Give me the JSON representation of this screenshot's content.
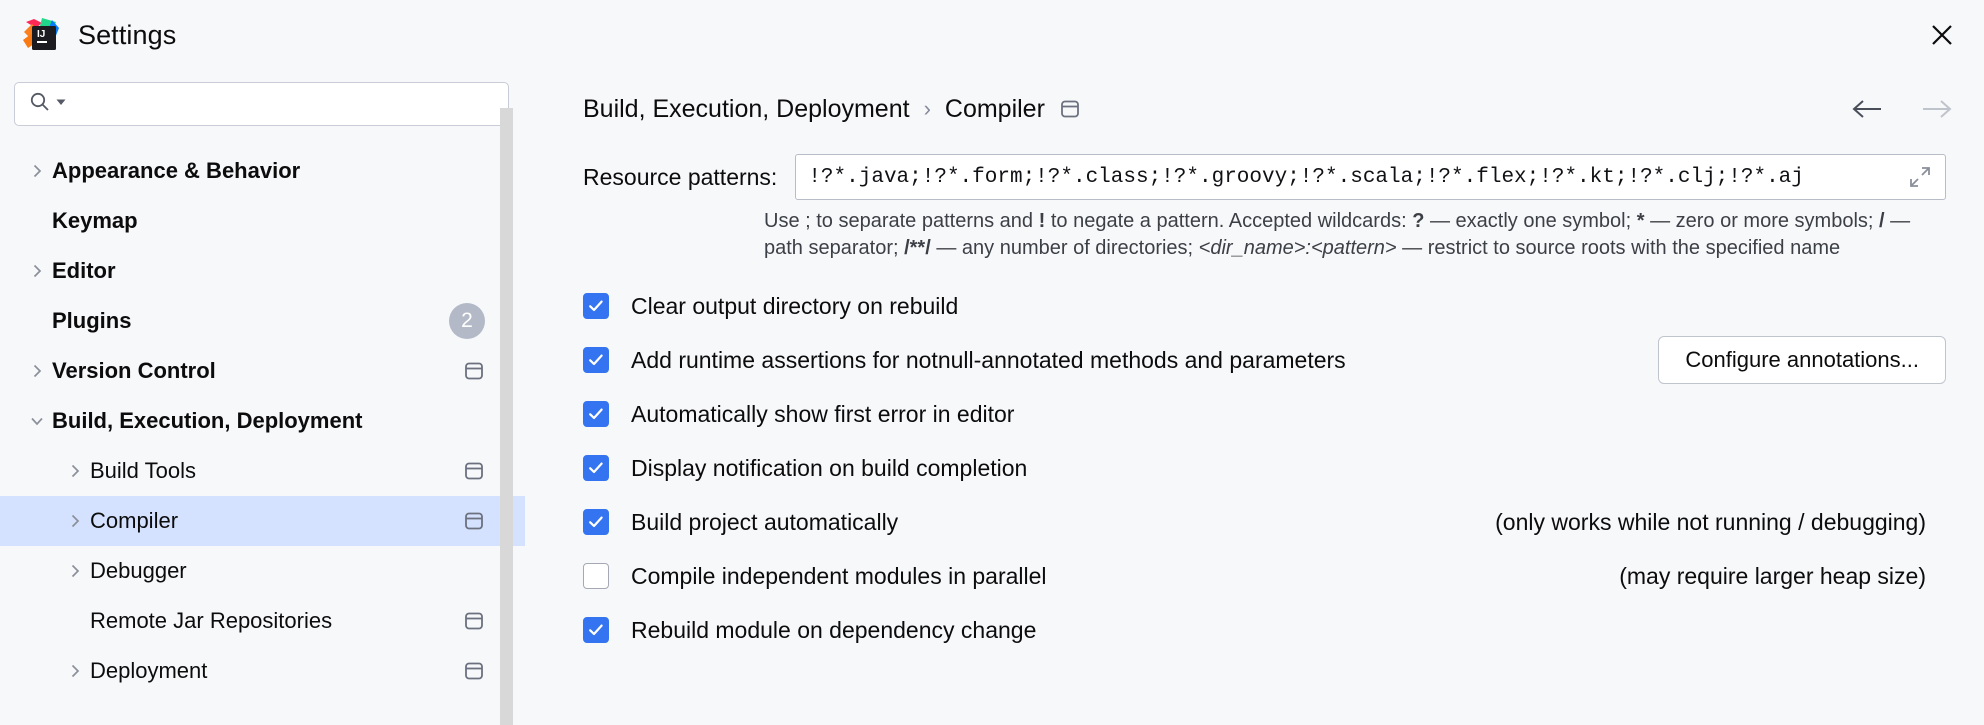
{
  "window": {
    "title": "Settings",
    "logo_icon": "intellij-idea-logo",
    "close_icon": "close-icon"
  },
  "sidebar": {
    "search": {
      "placeholder": "",
      "value": "",
      "icon": "search-icon",
      "dropdown_icon": "chevron-down-icon"
    },
    "items": [
      {
        "label": "Appearance & Behavior",
        "level": 0,
        "expandable": true,
        "expanded": false,
        "bold": true,
        "selected": false,
        "badge": null,
        "project_icon": false
      },
      {
        "label": "Keymap",
        "level": 0,
        "expandable": false,
        "expanded": false,
        "bold": true,
        "selected": false,
        "badge": null,
        "project_icon": false
      },
      {
        "label": "Editor",
        "level": 0,
        "expandable": true,
        "expanded": false,
        "bold": true,
        "selected": false,
        "badge": null,
        "project_icon": false
      },
      {
        "label": "Plugins",
        "level": 0,
        "expandable": false,
        "expanded": false,
        "bold": true,
        "selected": false,
        "badge": "2",
        "project_icon": false
      },
      {
        "label": "Version Control",
        "level": 0,
        "expandable": true,
        "expanded": false,
        "bold": true,
        "selected": false,
        "badge": null,
        "project_icon": true
      },
      {
        "label": "Build, Execution, Deployment",
        "level": 0,
        "expandable": true,
        "expanded": true,
        "bold": true,
        "selected": false,
        "badge": null,
        "project_icon": false
      },
      {
        "label": "Build Tools",
        "level": 1,
        "expandable": true,
        "expanded": false,
        "bold": false,
        "selected": false,
        "badge": null,
        "project_icon": true
      },
      {
        "label": "Compiler",
        "level": 1,
        "expandable": true,
        "expanded": false,
        "bold": false,
        "selected": true,
        "badge": null,
        "project_icon": true
      },
      {
        "label": "Debugger",
        "level": 1,
        "expandable": true,
        "expanded": false,
        "bold": false,
        "selected": false,
        "badge": null,
        "project_icon": false
      },
      {
        "label": "Remote Jar Repositories",
        "level": 1,
        "expandable": false,
        "expanded": false,
        "bold": false,
        "selected": false,
        "badge": null,
        "project_icon": true
      },
      {
        "label": "Deployment",
        "level": 1,
        "expandable": true,
        "expanded": false,
        "bold": false,
        "selected": false,
        "badge": null,
        "project_icon": true
      }
    ]
  },
  "main": {
    "breadcrumb": {
      "parent": "Build, Execution, Deployment",
      "separator": "›",
      "current": "Compiler",
      "project_icon": "project-scope-icon"
    },
    "nav": {
      "back_icon": "arrow-left-icon",
      "forward_icon": "arrow-right-icon"
    },
    "resource_patterns": {
      "label": "Resource patterns:",
      "value": "!?*.java;!?*.form;!?*.class;!?*.groovy;!?*.scala;!?*.flex;!?*.kt;!?*.clj;!?*.aj",
      "placeholder": "",
      "expand_icon": "expand-icon"
    },
    "help": {
      "part1": "Use ; to separate patterns and ",
      "bang": "!",
      "part2": " to negate a pattern. Accepted wildcards: ",
      "wild_q": "?",
      "part3": " — exactly one symbol; ",
      "wild_star": "*",
      "part4": " — zero or more symbols; ",
      "wild_slash": "/",
      "part5": " — path separator; ",
      "wild_globstar": "/**/",
      "part6": " — any number of directories; ",
      "dir_pattern": "<dir_name>:<pattern>",
      "part7": " — restrict to source roots with the specified name"
    },
    "options": [
      {
        "label": "Clear output directory on rebuild",
        "checked": true,
        "button": null,
        "hint": null
      },
      {
        "label": "Add runtime assertions for notnull-annotated methods and parameters",
        "checked": true,
        "button": "Configure annotations...",
        "hint": null
      },
      {
        "label": "Automatically show first error in editor",
        "checked": true,
        "button": null,
        "hint": null
      },
      {
        "label": "Display notification on build completion",
        "checked": true,
        "button": null,
        "hint": null
      },
      {
        "label": "Build project automatically",
        "checked": true,
        "button": null,
        "hint": "(only works while not running / debugging)"
      },
      {
        "label": "Compile independent modules in parallel",
        "checked": false,
        "button": null,
        "hint": "(may require larger heap size)"
      },
      {
        "label": "Rebuild module on dependency change",
        "checked": true,
        "button": null,
        "hint": null
      }
    ]
  },
  "colors": {
    "accent": "#3574f0",
    "selection": "#d4e2ff",
    "background": "#f7f8fa",
    "badge": "#b3b9c7"
  }
}
